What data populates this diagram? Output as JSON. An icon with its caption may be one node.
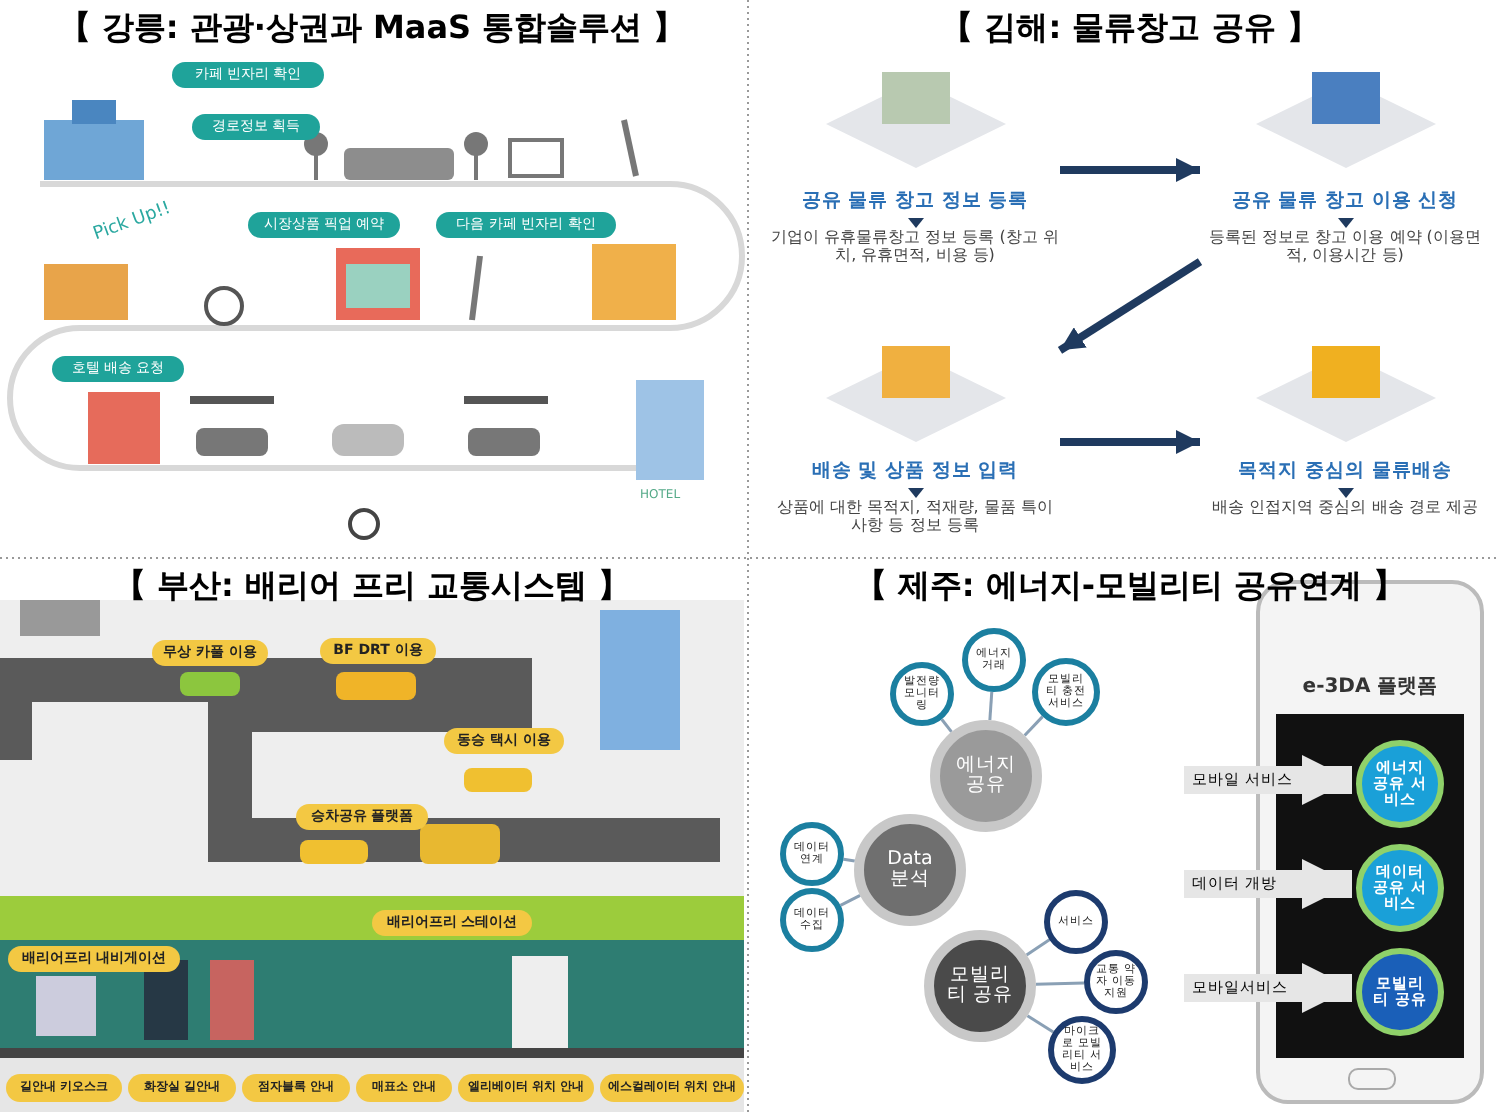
{
  "diagram": {
    "nodes": [
      {
        "text": [
          "카페 빈자리 확인"
        ]
      },
      {
        "text": [
          "경로정보 획득"
        ]
      },
      {
        "text": [
          "시장상품 픽업 예약"
        ]
      },
      {
        "text": [
          "다음 카페 빈자리 확인"
        ]
      },
      {
        "text": [
          "호텔 배송 요청"
        ]
      },
      {
        "text": [
          "공유 물류 창고 정보 등록",
          "기업이 유휴물류창고 정보 등록 (창고 위치, 유휴면적, 비용 등)"
        ]
      },
      {
        "text": [
          "공유 물류 창고 이용 신청",
          "등록된 정보로 창고 이용 예약 (이용면적, 이용시간 등)"
        ]
      },
      {
        "text": [
          "배송 및 상품 정보 입력",
          "상품에 대한 목적지, 적재량, 물품 특이사항 등 정보 등록"
        ]
      },
      {
        "text": [
          "목적지 중심의 물류배송",
          "배송 인접지역 중심의 배송 경로 제공"
        ]
      },
      {
        "text": [
          "무상 카풀 이용"
        ]
      },
      {
        "text": [
          "BF DRT 이용"
        ]
      },
      {
        "text": [
          "동승 택시 이용"
        ]
      },
      {
        "text": [
          "승차공유 플랫폼"
        ]
      },
      {
        "text": [
          "배리어프리 스테이션"
        ]
      },
      {
        "text": [
          "배리어프리 내비게이션"
        ]
      },
      {
        "text": [
          "길안내 키오스크"
        ]
      },
      {
        "text": [
          "화장실 길안내"
        ]
      },
      {
        "text": [
          "점자블록 안내"
        ]
      },
      {
        "text": [
          "매표소 안내"
        ]
      },
      {
        "text": [
          "엘리베이터 위치 안내"
        ]
      },
      {
        "text": [
          "에스컬레이터 위치 안내"
        ]
      },
      {
        "text": [
          "에너지 공유"
        ]
      },
      {
        "text": [
          "Data 분석"
        ]
      },
      {
        "text": [
          "모빌리티 공유"
        ]
      },
      {
        "text": [
          "발전량 모니터링"
        ]
      },
      {
        "text": [
          "에너지 거래"
        ]
      },
      {
        "text": [
          "모빌리티 충전 서비스"
        ]
      },
      {
        "text": [
          "데이터 연계"
        ]
      },
      {
        "text": [
          "데이터 수집"
        ]
      },
      {
        "text": [
          "서비스"
        ]
      },
      {
        "text": [
          "교통 약자 이동 지원"
        ]
      },
      {
        "text": [
          "마이크로 모빌리티 서비스"
        ]
      },
      {
        "text": [
          "e-3DA 플랫폼"
        ]
      },
      {
        "text": [
          "에너지 공유 서비스"
        ],
        "in": 32
      },
      {
        "text": [
          "데이터 공유 서비스"
        ],
        "in": 32
      },
      {
        "text": [
          "모빌리티 공유"
        ],
        "in": 32
      }
    ],
    "edges": [
      {
        "from": 5,
        "to": 6,
        "arrow": "to",
        "style": "thick",
        "color": "#1f3a5f"
      },
      {
        "from": 6,
        "to": 7,
        "arrow": "to",
        "style": "thick",
        "color": "#1f3a5f"
      },
      {
        "from": 7,
        "to": 8,
        "arrow": "to",
        "style": "thick",
        "color": "#1f3a5f"
      },
      {
        "from": 24,
        "to": 21,
        "arrow": "none"
      },
      {
        "from": 25,
        "to": 21,
        "arrow": "none"
      },
      {
        "from": 26,
        "to": 21,
        "arrow": "none"
      },
      {
        "from": 27,
        "to": 22,
        "arrow": "none"
      },
      {
        "from": 28,
        "to": 22,
        "arrow": "none"
      },
      {
        "from": 29,
        "to": 23,
        "arrow": "none"
      },
      {
        "from": 30,
        "to": 23,
        "arrow": "none"
      },
      {
        "from": 31,
        "to": 23,
        "arrow": "none"
      },
      {
        "from": null,
        "to": 33,
        "arrow": "to",
        "label": "모바일 서비스",
        "style": "thick",
        "color": "#e6e6e6"
      },
      {
        "from": null,
        "to": 34,
        "arrow": "to",
        "label": "데이터 개방",
        "style": "thick",
        "color": "#e6e6e6"
      },
      {
        "from": null,
        "to": 35,
        "arrow": "to",
        "label": "모바일서비스",
        "style": "thick",
        "color": "#e6e6e6"
      }
    ],
    "labels": [
      "【 강릉: 관광·상권과 MaaS 통합솔루션 】",
      "【 김해: 물류창고 공유 】",
      "【 부산: 배리어 프리 교통시스템 】",
      "【 제주: 에너지-모빌리티 공유연계 】",
      "Pick Up!!",
      "HOTEL"
    ]
  }
}
